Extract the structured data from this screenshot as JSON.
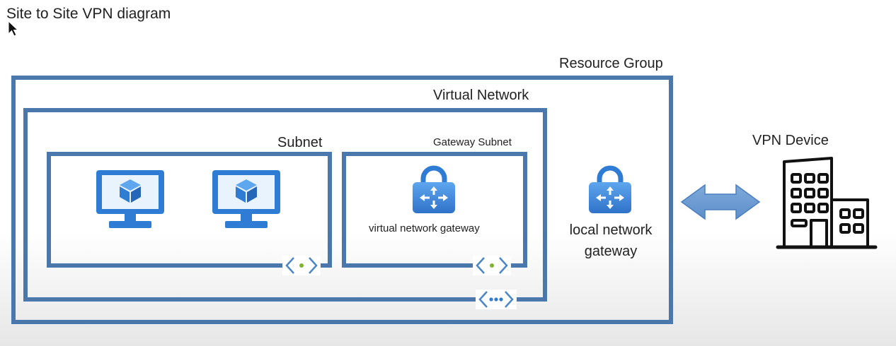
{
  "title": "Site to Site VPN diagram",
  "diagram": {
    "resource_group_label": "Resource Group",
    "virtual_network_label": "Virtual Network",
    "subnet_label": "Subnet",
    "gateway_subnet_label": "Gateway Subnet",
    "virtual_network_gateway_label": "virtual network gateway",
    "local_network_gateway_label": "local network gateway",
    "vpn_device_label": "VPN Device"
  },
  "icons": {
    "vm": "virtual-machine-icon",
    "gateway": "gateway-lock-icon",
    "connector": "subnet-connector-icon",
    "peering": "vnet-connector-icon",
    "arrow": "bidirectional-arrow-icon",
    "building": "building-icon"
  },
  "colors": {
    "frame": "#4a77ac",
    "icon_blue": "#2f7cd4",
    "icon_light": "#5ea6ee",
    "arrow": "#6d9bd1",
    "connector_dot": "#7fb233"
  }
}
